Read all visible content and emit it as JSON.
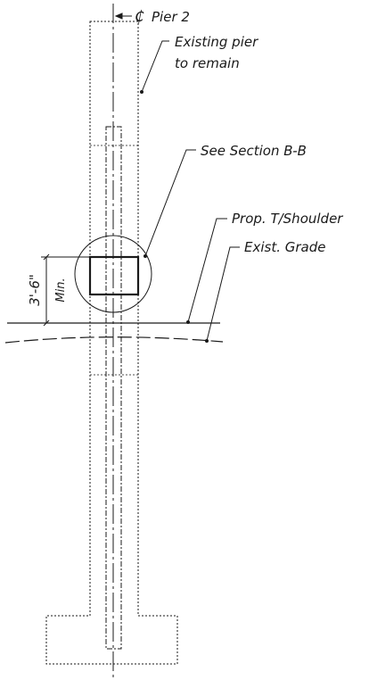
{
  "labels": {
    "centerline_symbol": "₵",
    "pier": "Pier 2",
    "existing_pier_line1": "Existing pier",
    "existing_pier_line2": "to remain",
    "section_ref": "See Section B-B",
    "prop_shoulder": "Prop. T/Shoulder",
    "exist_grade": "Exist. Grade",
    "dimension": "3'-6\"",
    "dimension_note": "Min."
  },
  "colors": {
    "line": "#1a1a1a",
    "background": "#ffffff"
  }
}
